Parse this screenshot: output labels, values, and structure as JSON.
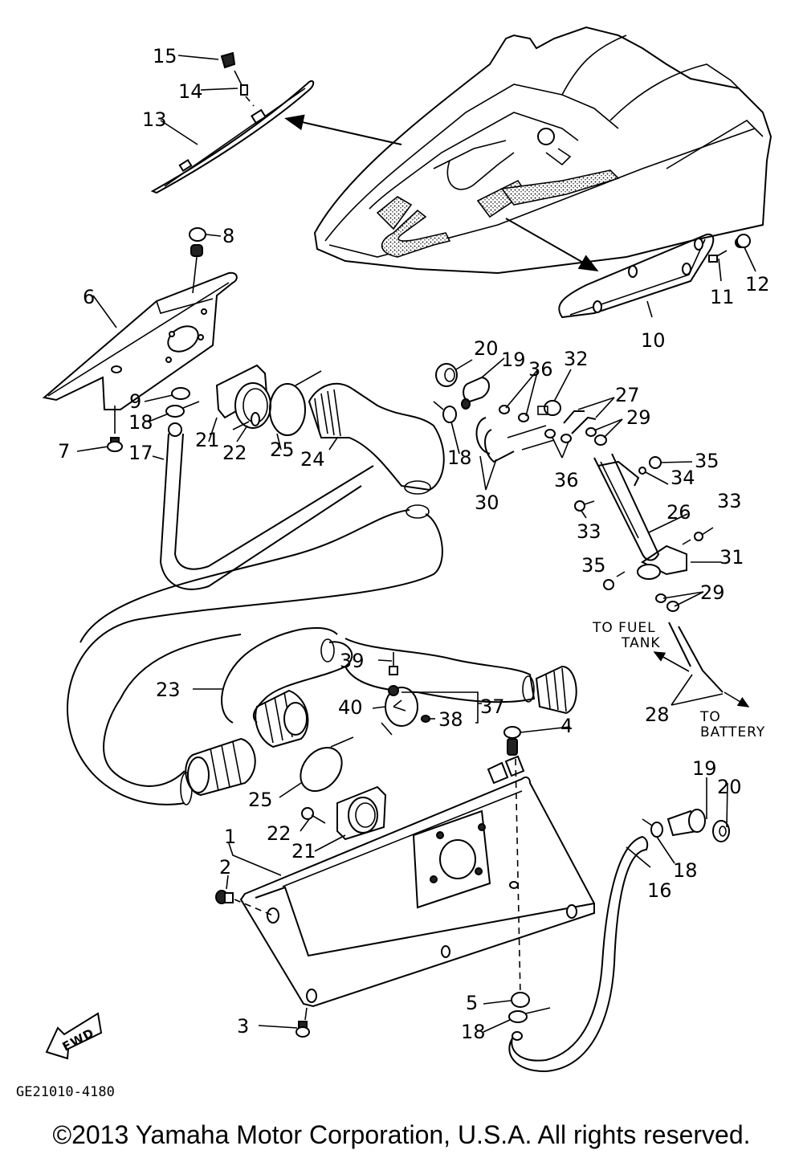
{
  "diagram": {
    "title": "Yamaha watercraft parts diagram",
    "drawing_code": "GE21010-4180",
    "copyright": "©2013 Yamaha Motor Corporation, U.S.A. All rights reserved.",
    "direction_badge": "FWD",
    "notes": {
      "to_fuel_tank_line1": "TO FUEL",
      "to_fuel_tank_line2": "TANK",
      "to_battery_line1": "TO",
      "to_battery_line2": "BATTERY"
    },
    "callouts": [
      {
        "id": "c15",
        "num": "15"
      },
      {
        "id": "c14",
        "num": "14"
      },
      {
        "id": "c13",
        "num": "13"
      },
      {
        "id": "c8",
        "num": "8"
      },
      {
        "id": "c6",
        "num": "6"
      },
      {
        "id": "c9",
        "num": "9"
      },
      {
        "id": "c18a",
        "num": "18"
      },
      {
        "id": "c7",
        "num": "7"
      },
      {
        "id": "c17",
        "num": "17"
      },
      {
        "id": "c21a",
        "num": "21"
      },
      {
        "id": "c22a",
        "num": "22"
      },
      {
        "id": "c25a",
        "num": "25"
      },
      {
        "id": "c24",
        "num": "24"
      },
      {
        "id": "c12",
        "num": "12"
      },
      {
        "id": "c11",
        "num": "11"
      },
      {
        "id": "c10",
        "num": "10"
      },
      {
        "id": "c20a",
        "num": "20"
      },
      {
        "id": "c19a",
        "num": "19"
      },
      {
        "id": "c36a",
        "num": "36"
      },
      {
        "id": "c32",
        "num": "32"
      },
      {
        "id": "c27",
        "num": "27"
      },
      {
        "id": "c29a",
        "num": "29"
      },
      {
        "id": "c18b",
        "num": "18"
      },
      {
        "id": "c30",
        "num": "30"
      },
      {
        "id": "c36b",
        "num": "36"
      },
      {
        "id": "c35a",
        "num": "35"
      },
      {
        "id": "c34",
        "num": "34"
      },
      {
        "id": "c33a",
        "num": "33"
      },
      {
        "id": "c26",
        "num": "26"
      },
      {
        "id": "c33b",
        "num": "33"
      },
      {
        "id": "c35b",
        "num": "35"
      },
      {
        "id": "c31",
        "num": "31"
      },
      {
        "id": "c29b",
        "num": "29"
      },
      {
        "id": "c28",
        "num": "28"
      },
      {
        "id": "c39",
        "num": "39"
      },
      {
        "id": "c23",
        "num": "23"
      },
      {
        "id": "c40",
        "num": "40"
      },
      {
        "id": "c37",
        "num": "37"
      },
      {
        "id": "c38",
        "num": "38"
      },
      {
        "id": "c4",
        "num": "4"
      },
      {
        "id": "c25b",
        "num": "25"
      },
      {
        "id": "c22b",
        "num": "22"
      },
      {
        "id": "c21b",
        "num": "21"
      },
      {
        "id": "c1",
        "num": "1"
      },
      {
        "id": "c2",
        "num": "2"
      },
      {
        "id": "c19b",
        "num": "19"
      },
      {
        "id": "c20b",
        "num": "20"
      },
      {
        "id": "c18c",
        "num": "18"
      },
      {
        "id": "c16",
        "num": "16"
      },
      {
        "id": "c5",
        "num": "5"
      },
      {
        "id": "c18d",
        "num": "18"
      },
      {
        "id": "c3",
        "num": "3"
      }
    ]
  }
}
